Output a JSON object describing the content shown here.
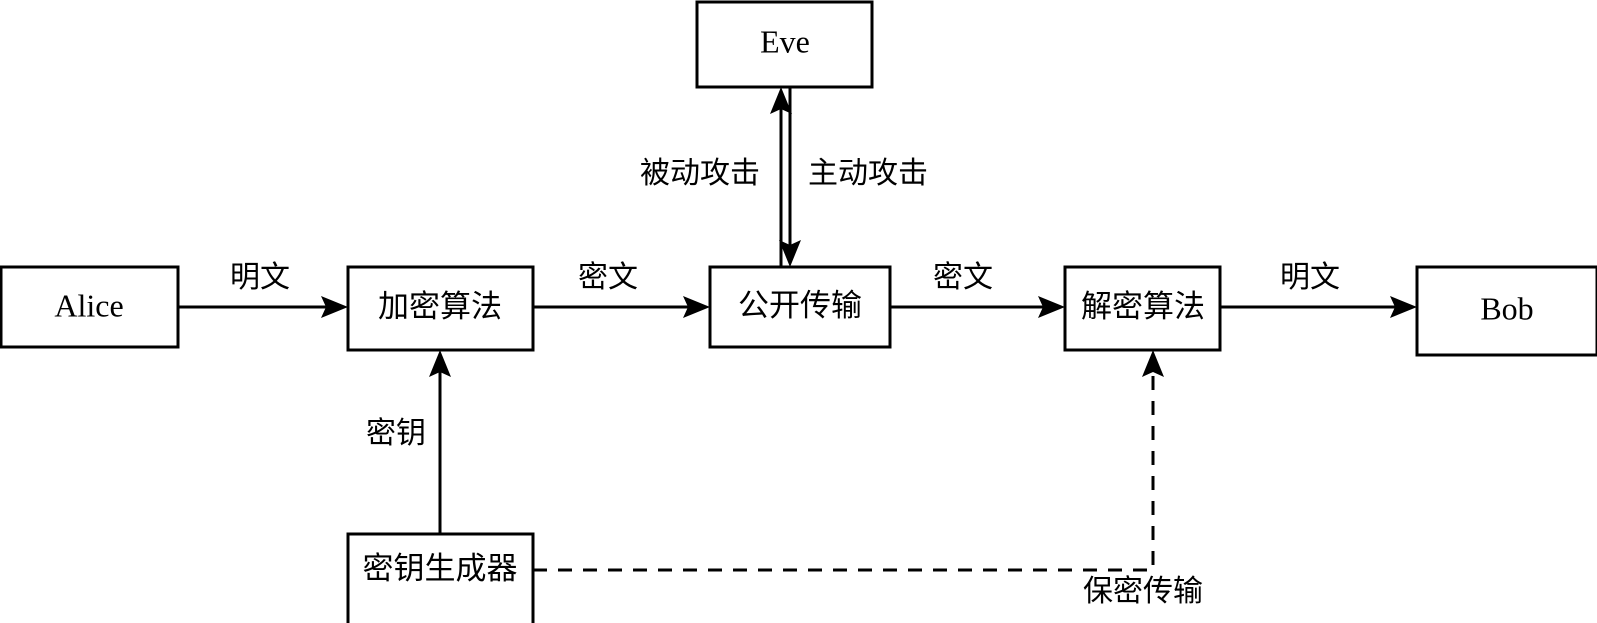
{
  "diagram": {
    "title": "Cryptosystem communication model",
    "background_color": "#ffffff",
    "stroke_color": "#000000",
    "nodes": [
      {
        "id": "alice",
        "label": "Alice",
        "script": "latin"
      },
      {
        "id": "encrypt",
        "label": "加密算法",
        "script": "han"
      },
      {
        "id": "channel",
        "label": "公开传输",
        "script": "han"
      },
      {
        "id": "decrypt",
        "label": "解密算法",
        "script": "han"
      },
      {
        "id": "bob",
        "label": "Bob",
        "script": "latin"
      },
      {
        "id": "eve",
        "label": "Eve",
        "script": "latin"
      },
      {
        "id": "keygen",
        "label": "密钥生成器",
        "script": "han"
      }
    ],
    "edges": [
      {
        "id": "alice-to-encrypt",
        "label": "明文",
        "from": "alice",
        "to": "encrypt",
        "style": "solid"
      },
      {
        "id": "encrypt-to-channel",
        "label": "密文",
        "from": "encrypt",
        "to": "channel",
        "style": "solid"
      },
      {
        "id": "channel-to-decrypt",
        "label": "密文",
        "from": "channel",
        "to": "decrypt",
        "style": "solid"
      },
      {
        "id": "decrypt-to-bob",
        "label": "明文",
        "from": "decrypt",
        "to": "bob",
        "style": "solid"
      },
      {
        "id": "channel-to-eve",
        "label": "被动攻击",
        "from": "channel",
        "to": "eve",
        "style": "solid"
      },
      {
        "id": "eve-to-channel",
        "label": "主动攻击",
        "from": "eve",
        "to": "channel",
        "style": "solid"
      },
      {
        "id": "keygen-to-encrypt",
        "label": "密钥",
        "from": "keygen",
        "to": "encrypt",
        "style": "solid"
      },
      {
        "id": "keygen-to-decrypt",
        "label": "保密传输",
        "from": "keygen",
        "to": "decrypt",
        "style": "dashed"
      }
    ]
  }
}
